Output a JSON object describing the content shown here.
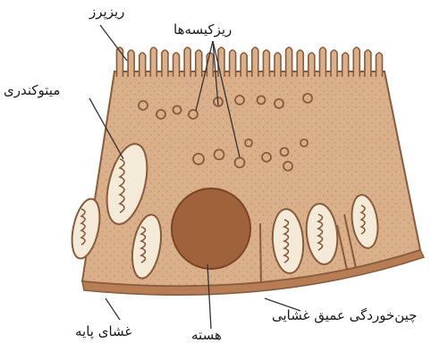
{
  "labels": {
    "microvilli": "ریزپرز",
    "vesicles": "ریزکیسه‌ها",
    "mitochondrion": "میتوکندری",
    "infolding": "چین‌خوردگی عمیق غشایی",
    "basement_membrane": "غشای پایه",
    "nucleus": "هسته"
  },
  "colors": {
    "cytoplasm": "#d9b08a",
    "outline": "#8a5a3a",
    "nucleus": "#a0623a",
    "mito_fill": "#f3ead8",
    "basal": "#b77d55"
  }
}
